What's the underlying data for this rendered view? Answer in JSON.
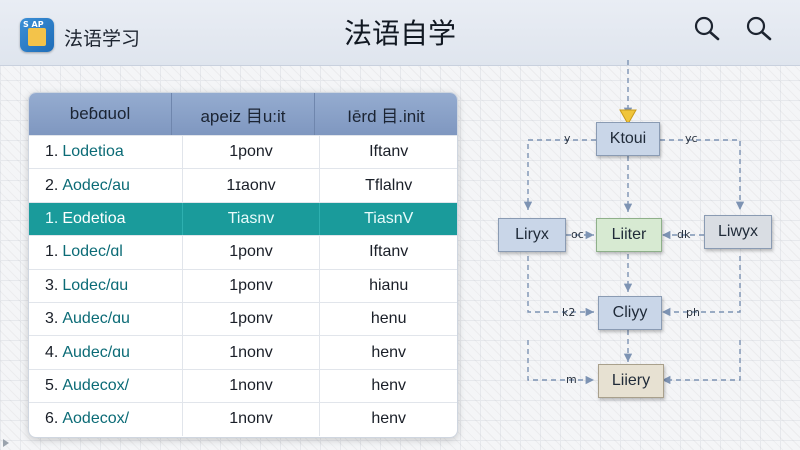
{
  "header": {
    "app_name": "法语学习",
    "app_icon_tag": "S AP",
    "title": "法语自学"
  },
  "table": {
    "columns": [
      "beɓɑuol",
      "apeiz 目u:it",
      "Iērd 目.init"
    ],
    "rows": [
      {
        "num": "1.",
        "name": "Lodetioa",
        "col2": "1ponv",
        "col3": "Iftanv"
      },
      {
        "num": "2.",
        "name": "Aodec/au",
        "col2": "1ɪaonv",
        "col3": "Tflalnv"
      },
      {
        "num": "1.",
        "name": "Eodetioa",
        "col2": "Tiasnv",
        "col3": "TiasnV"
      },
      {
        "num": "1.",
        "name": "Lodec/ɑl",
        "col2": "1ponv",
        "col3": "Iftanv"
      },
      {
        "num": "3.",
        "name": "Lodec/ɑu",
        "col2": "1ponv",
        "col3": "hianu"
      },
      {
        "num": "3.",
        "name": "Audec/ɑu",
        "col2": "1ponv",
        "col3": "henu"
      },
      {
        "num": "4.",
        "name": "Audec/ɑu",
        "col2": "1nonv",
        "col3": "henv"
      },
      {
        "num": "5.",
        "name": "Audecox/",
        "col2": "1nonv",
        "col3": "henv"
      },
      {
        "num": "6.",
        "name": "Aodecox/",
        "col2": "1nonv",
        "col3": "henv"
      }
    ],
    "highlight_row": 2,
    "highlight_color": "#1a9b9b"
  },
  "flow": {
    "nodes": {
      "top": "Ktoui",
      "left": "Liryx",
      "center": "Liiter",
      "right": "Liwyx",
      "mid": "Cliyy",
      "bottom": "Liiery"
    },
    "edge_labels": {
      "y": "y",
      "yc": "yc",
      "oc": "oc",
      "dk": "dk",
      "k2": "k2",
      "ph": "ph",
      "m": "m"
    }
  },
  "colors": {
    "accent_teal": "#1a9b9b",
    "header_bg": "#e9edf4",
    "table_header": "#8aa1c8"
  },
  "icons": [
    "app-logo-icon",
    "search-icon",
    "search-icon-2",
    "play-triangle-icon"
  ]
}
